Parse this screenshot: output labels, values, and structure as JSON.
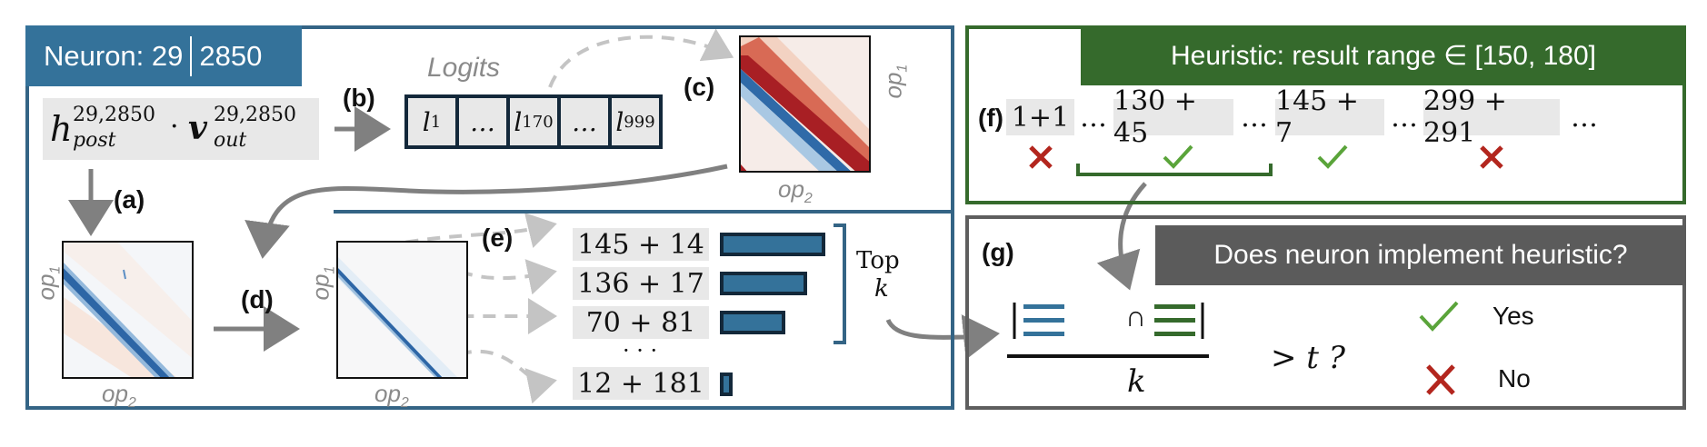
{
  "neuron": {
    "label": "Neuron: 29",
    "index": "2850",
    "layer": "29",
    "formula": {
      "h": "h",
      "h_sup": "29,2850",
      "h_sub": "post",
      "dot": "·",
      "v": "v",
      "v_sup": "29,2850",
      "v_sub": "out"
    }
  },
  "steps": {
    "a": "(a)",
    "b": "(b)",
    "c": "(c)",
    "d": "(d)",
    "e": "(e)",
    "f": "(f)",
    "g": "(g)"
  },
  "logits": {
    "title": "Logits",
    "cells": [
      {
        "base": "l",
        "sub": "1"
      },
      {
        "base": "…",
        "sub": ""
      },
      {
        "base": "l",
        "sub": "170"
      },
      {
        "base": "…",
        "sub": ""
      },
      {
        "base": "l",
        "sub": "999"
      }
    ]
  },
  "axes": {
    "op1_base": "op",
    "op1_sub": "1",
    "op2_base": "op",
    "op2_sub": "2"
  },
  "top_k": {
    "items": [
      {
        "expr": "145 + 14",
        "score": 1.0
      },
      {
        "expr": "136 + 17",
        "score": 0.83
      },
      {
        "expr": "70 + 81",
        "score": 0.62
      },
      {
        "expr": "12 + 181",
        "score": 0.08
      }
    ],
    "ellipsis": "· · ·",
    "bracket_label_top": "Top",
    "bracket_label_k": "k"
  },
  "heuristic": {
    "title": "Heuristic: result range ∈ [150, 180]",
    "examples": [
      {
        "expr": "1+1",
        "match": false
      },
      {
        "expr": "130 + 45",
        "match": true
      },
      {
        "expr": "145 + 7",
        "match": true
      },
      {
        "expr": "299 + 291",
        "match": false
      }
    ],
    "ellipsis": "…",
    "colors": {
      "match": "#5aa43a",
      "no_match": "#b3261e"
    }
  },
  "check": {
    "title": "Does neuron implement heuristic?",
    "intersection": "∩",
    "denominator": "k",
    "comparison": "> t ?",
    "yes": "Yes",
    "no": "No"
  },
  "colors": {
    "neuron_blue": "#34729a",
    "border_blue": "#346485",
    "heuristic_green": "#356a2c",
    "check_gray": "#5b5b5b",
    "arrow_gray": "#808080"
  }
}
